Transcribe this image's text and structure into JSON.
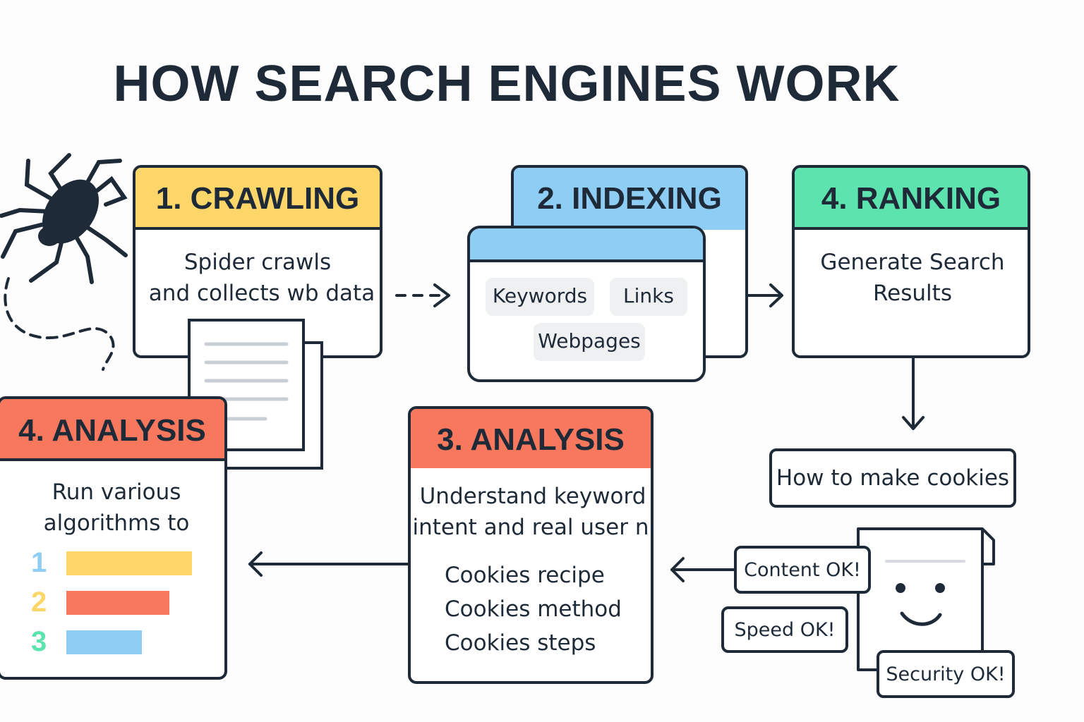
{
  "title": "HOW SEARCH ENGINES WORK",
  "colors": {
    "ink": "#1e2a38",
    "yellow": "#fcd669",
    "blue": "#8ecdf4",
    "green": "#5de3ad",
    "red": "#f8785e",
    "chip": "#eef0f2"
  },
  "crawling": {
    "heading": "1. CRAWLING",
    "line1": "Spider crawls",
    "line2": "and collects wb data"
  },
  "indexing": {
    "heading": "2. INDEXING",
    "chips": [
      "Keywords",
      "Links",
      "Webpages"
    ]
  },
  "ranking": {
    "heading": "4. RANKING",
    "line1": "Generate Search",
    "line2": "Results"
  },
  "query": "How to make cookies",
  "analysis_left": {
    "heading": "4. ANALYSIS",
    "line1": "Run various",
    "line2": "algorithms to",
    "ranks": [
      {
        "num": "1",
        "color": "#8ecdf4",
        "bar_color": "#fcd669",
        "fraction": 1.0
      },
      {
        "num": "2",
        "color": "#fcd669",
        "bar_color": "#f8785e",
        "fraction": 0.82
      },
      {
        "num": "3",
        "color": "#5de3ad",
        "bar_color": "#8ecdf4",
        "fraction": 0.6
      }
    ]
  },
  "analysis_mid": {
    "heading": "3. ANALYSIS",
    "line1": "Understand keyword",
    "line2": "intent and real user n",
    "results": [
      "Cookies recipe",
      "Cookies method",
      "Cookies steps"
    ]
  },
  "checks": {
    "content": "Content OK!",
    "speed": "Speed OK!",
    "security": "Security OK!"
  }
}
